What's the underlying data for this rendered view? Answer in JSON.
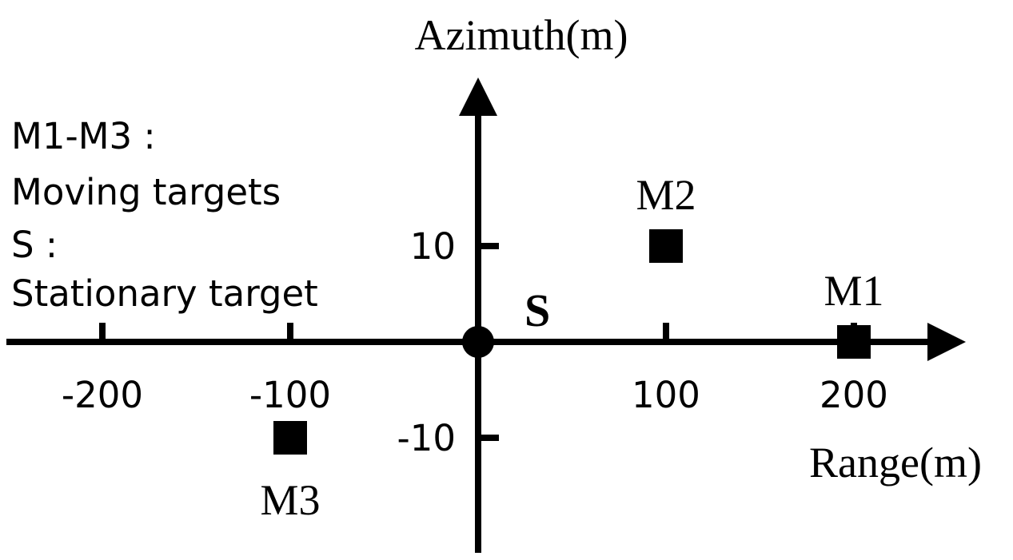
{
  "axes": {
    "x_label": "Range(m)",
    "y_label": "Azimuth(m)",
    "x_ticks": [
      {
        "value": -200,
        "label": "-200"
      },
      {
        "value": -100,
        "label": "-100"
      },
      {
        "value": 100,
        "label": "100"
      },
      {
        "value": 200,
        "label": "200"
      }
    ],
    "y_ticks": [
      {
        "value": 10,
        "label": "10"
      },
      {
        "value": -10,
        "label": "-10"
      }
    ]
  },
  "legend": {
    "lines": [
      "M1-M3 :",
      "Moving targets",
      "S :",
      "Stationary target"
    ]
  },
  "targets": [
    {
      "label": "M1",
      "range": 200,
      "azimuth": 0,
      "kind": "moving"
    },
    {
      "label": "M2",
      "range": 100,
      "azimuth": 10,
      "kind": "moving"
    },
    {
      "label": "M3",
      "range": -100,
      "azimuth": -10,
      "kind": "moving"
    },
    {
      "label": "S",
      "range": 0,
      "azimuth": 0,
      "kind": "stationary"
    }
  ],
  "colors": {
    "ink": "#000000",
    "background": "#ffffff"
  }
}
